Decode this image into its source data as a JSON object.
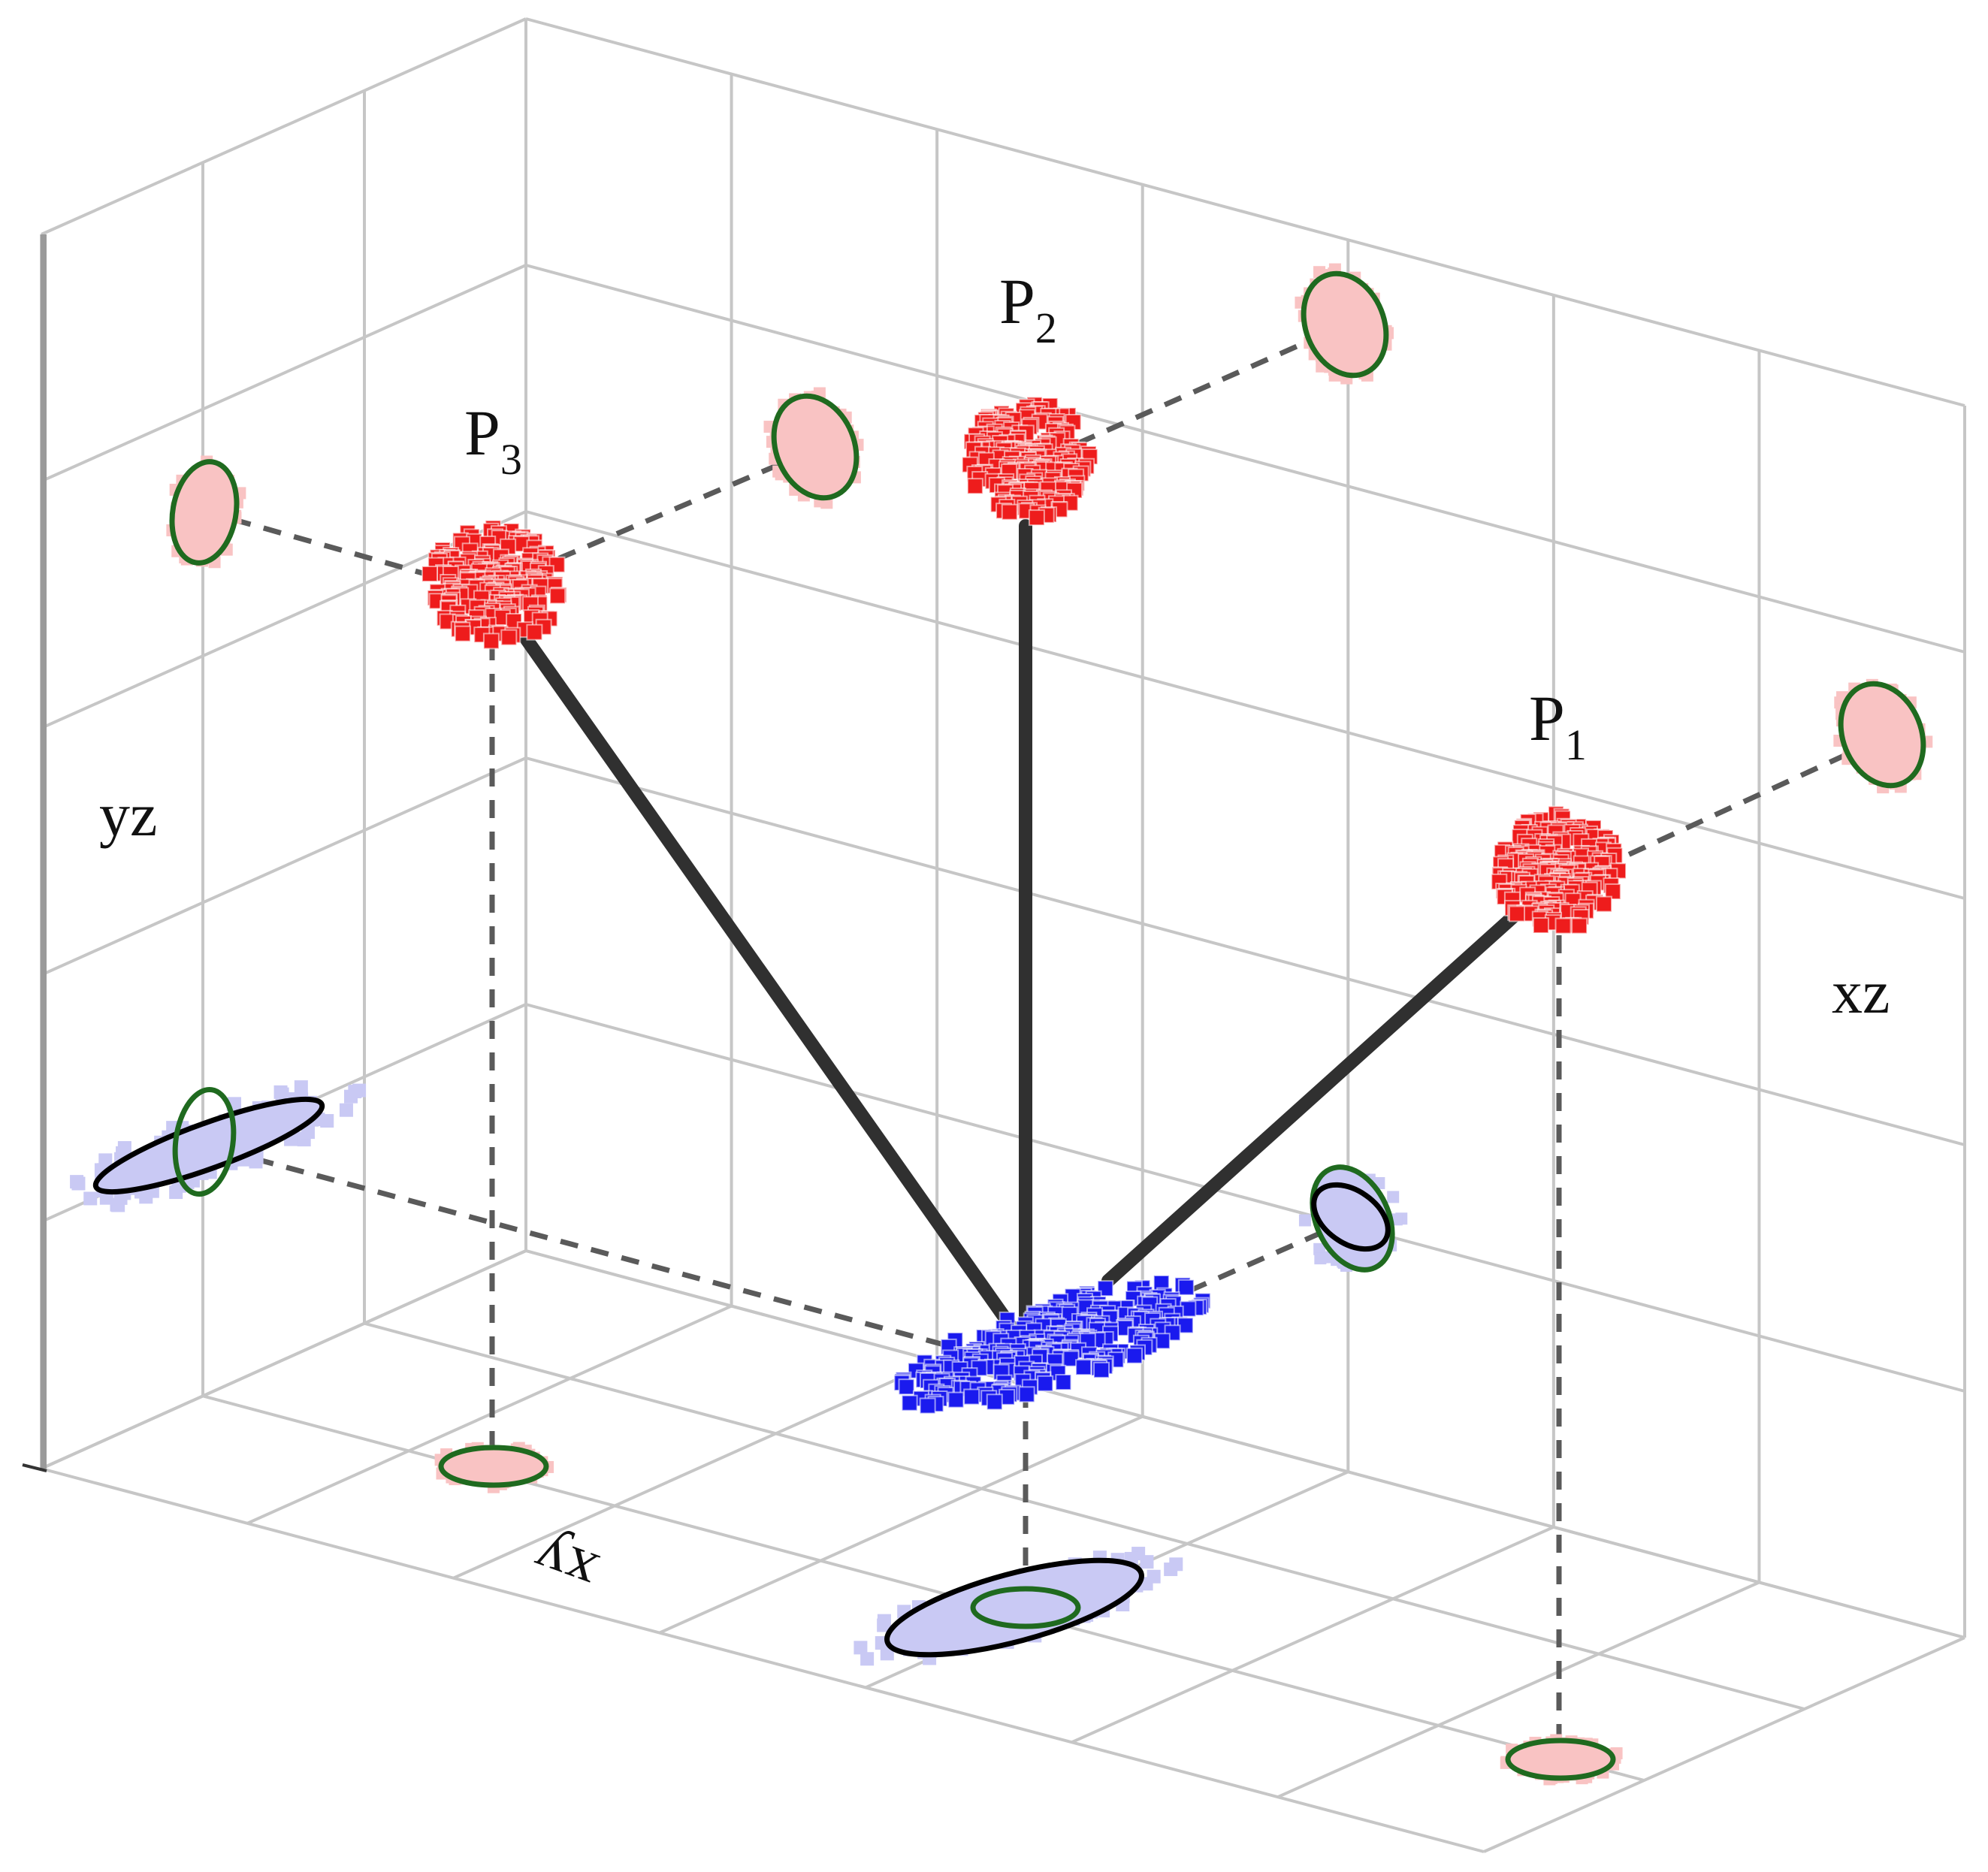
{
  "planes": {
    "yz": "yz",
    "xz": "xz",
    "xy": "xy"
  },
  "points": [
    {
      "id": "P1",
      "base": "P",
      "sub": "1"
    },
    {
      "id": "P2",
      "base": "P",
      "sub": "2"
    },
    {
      "id": "P3",
      "base": "P",
      "sub": "3"
    }
  ],
  "colors": {
    "grid": "#c6c6c6",
    "cluster_red": "#ee1c1c",
    "cluster_blue": "#1a1aee",
    "projection_red_fill": "#f9c3c3",
    "projection_blue_fill": "#c9c9f4",
    "ellipse_green": "#1f6a1f",
    "ellipse_black": "#000000",
    "rod": "#303030",
    "guide": "#5a5a5a"
  }
}
